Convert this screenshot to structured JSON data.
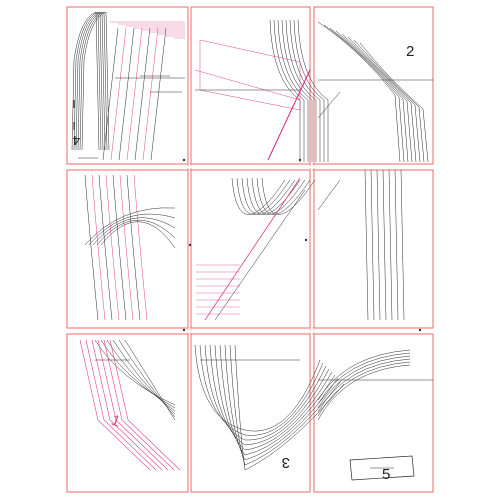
{
  "document": {
    "type": "sewing-pattern-tiled-sheet",
    "grid": {
      "rows": 3,
      "cols": 3
    },
    "piece_numbers": [
      "4",
      "2",
      "1",
      "3",
      "5"
    ],
    "colors": {
      "page_frame": "#ec6b6b",
      "outline_black": "#2a2a2a",
      "outline_pink": "#e0428a",
      "grain_line": "#d6237a"
    }
  }
}
